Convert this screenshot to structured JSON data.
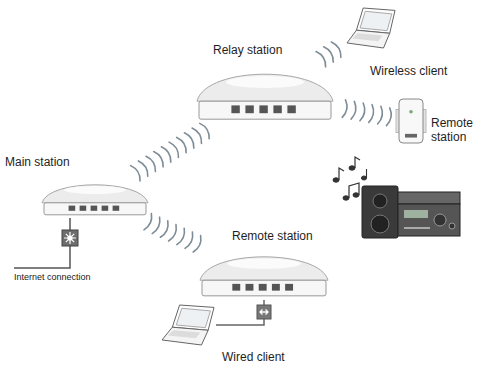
{
  "diagram": {
    "nodes": [
      {
        "text": [
          "Main station"
        ]
      },
      {
        "text": [
          "Relay station"
        ]
      },
      {
        "text": [
          "Wireless client"
        ]
      },
      {
        "text": [
          "Remote station"
        ]
      },
      {
        "text": [
          "Remote station"
        ]
      },
      {
        "text": [
          "Wired client"
        ]
      }
    ],
    "edges": [
      {
        "from": 0,
        "to": 1,
        "arrow": "none"
      },
      {
        "from": 0,
        "to": 4,
        "arrow": "none"
      },
      {
        "from": 1,
        "to": 2,
        "arrow": "none"
      },
      {
        "from": 1,
        "to": 3,
        "arrow": "none"
      },
      {
        "from": 4,
        "to": 5,
        "arrow": "none"
      }
    ],
    "labels": [
      "Internet connection"
    ]
  }
}
